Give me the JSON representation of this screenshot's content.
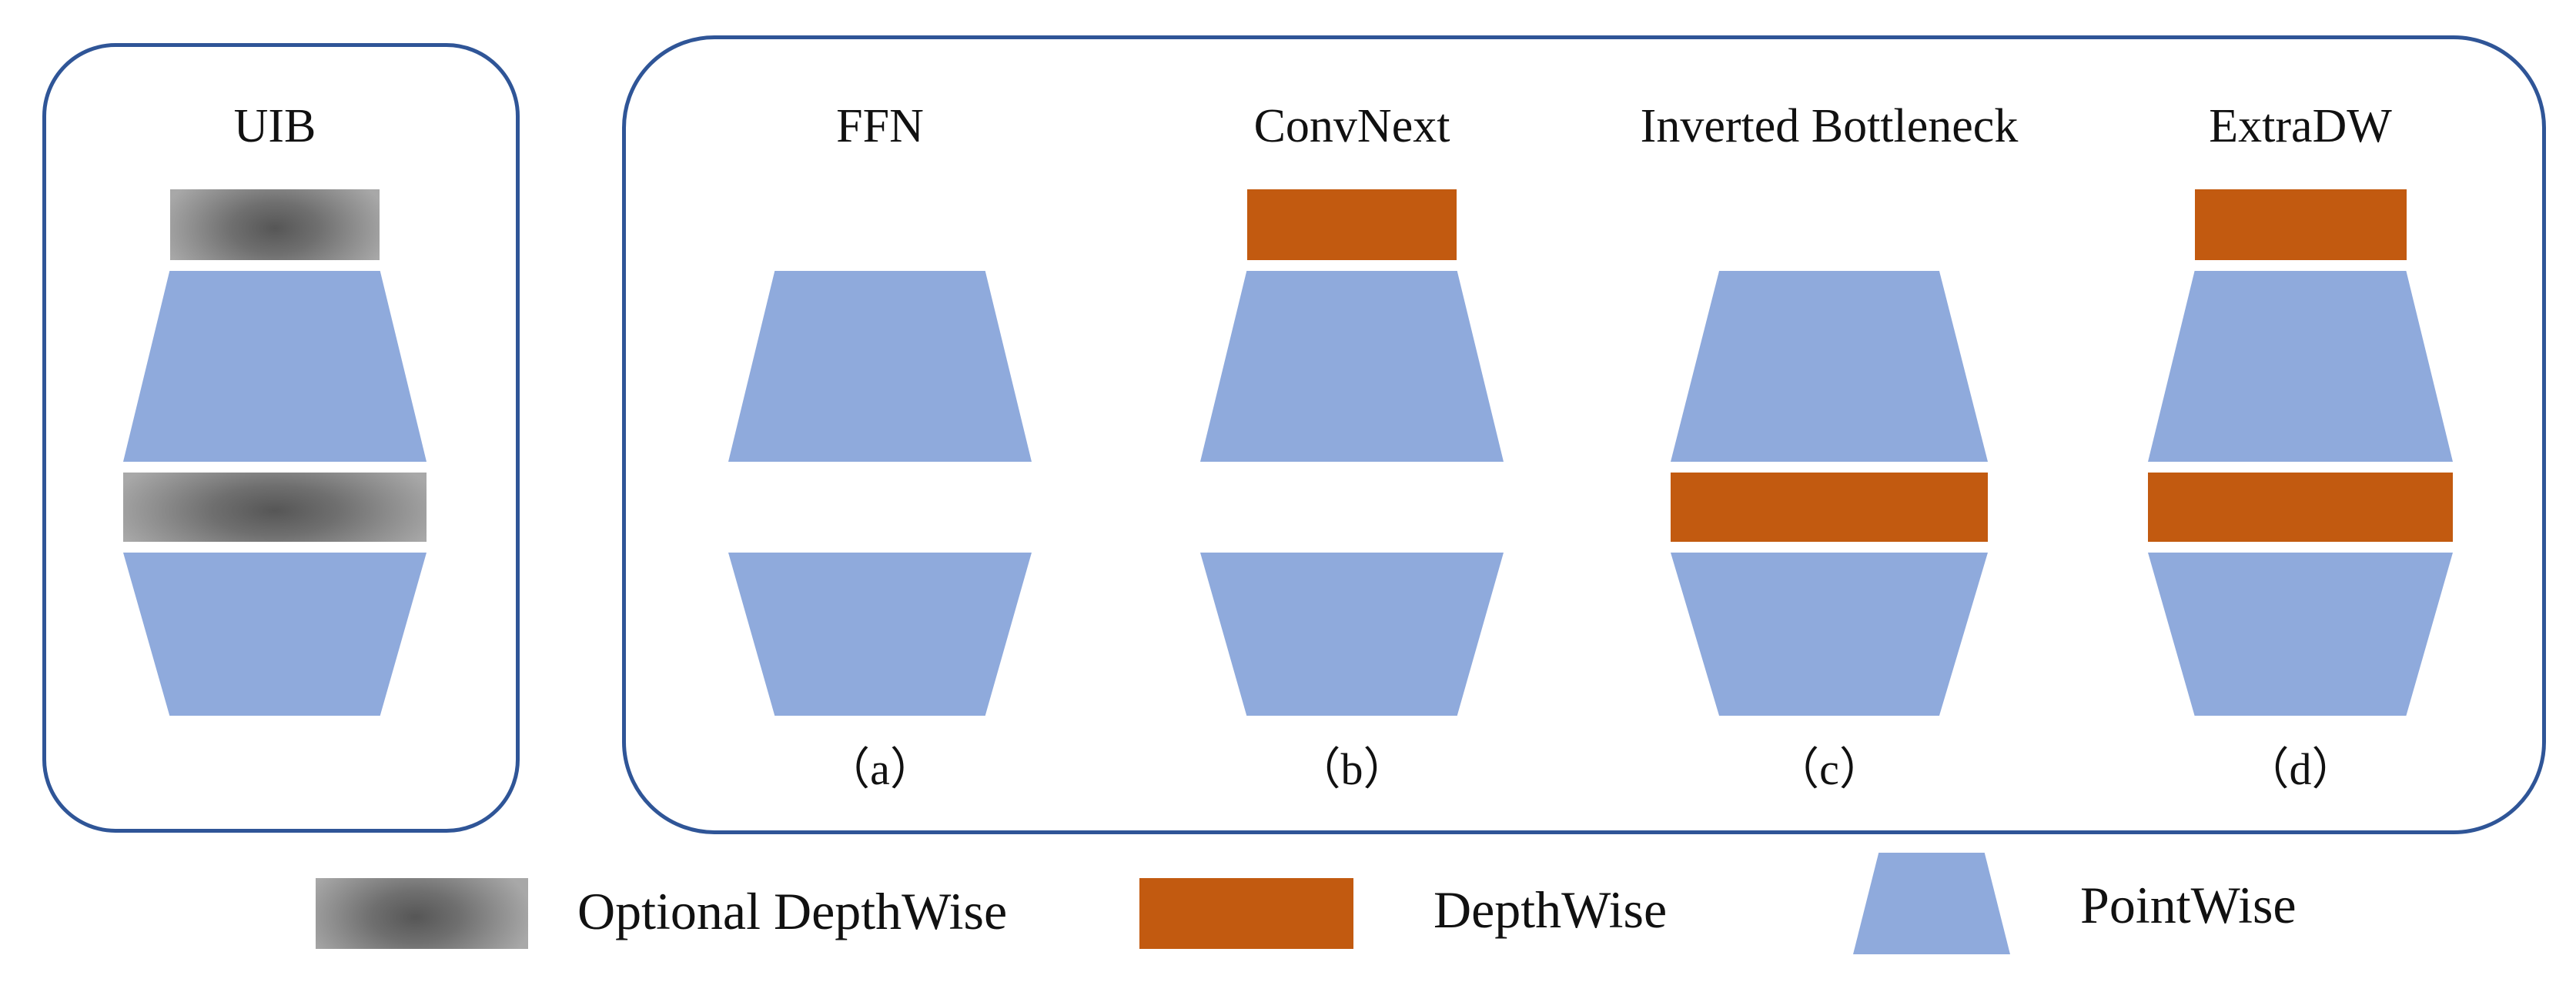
{
  "figure": {
    "left_panel": {
      "blocks": [
        {
          "id": "uib",
          "title": "UIB",
          "caption": "",
          "layers": [
            "optional_dw",
            "pw_expand",
            "optional_dw",
            "pw_contract"
          ]
        }
      ]
    },
    "right_panel": {
      "blocks": [
        {
          "id": "ffn",
          "title": "FFN",
          "caption": "（a）",
          "layers": [
            "none",
            "pw_expand",
            "none",
            "pw_contract"
          ]
        },
        {
          "id": "convnext",
          "title": "ConvNext",
          "caption": "（b）",
          "layers": [
            "dw",
            "pw_expand",
            "none",
            "pw_contract"
          ]
        },
        {
          "id": "inverted_bottleneck",
          "title": "Inverted Bottleneck",
          "caption": "（c）",
          "layers": [
            "none",
            "pw_expand",
            "dw",
            "pw_contract"
          ]
        },
        {
          "id": "extradw",
          "title": "ExtraDW",
          "caption": "（d）",
          "layers": [
            "dw",
            "pw_expand",
            "dw",
            "pw_contract"
          ]
        }
      ]
    }
  },
  "legend": {
    "items": [
      {
        "id": "optional_dw",
        "swatch": "gray-gradient-rect",
        "label": "Optional DepthWise"
      },
      {
        "id": "dw",
        "swatch": "orange-rect",
        "label": "DepthWise"
      },
      {
        "id": "pw",
        "swatch": "blue-trapezoid",
        "label": "PointWise"
      }
    ]
  },
  "colors": {
    "pointwise_blue": "#8FAADC",
    "depthwise_orange": "#C25A10",
    "optional_depthwise_gray": "#8A8A8A",
    "panel_border_blue": "#2F5597",
    "text": "#111111",
    "background": "#FFFFFF"
  }
}
